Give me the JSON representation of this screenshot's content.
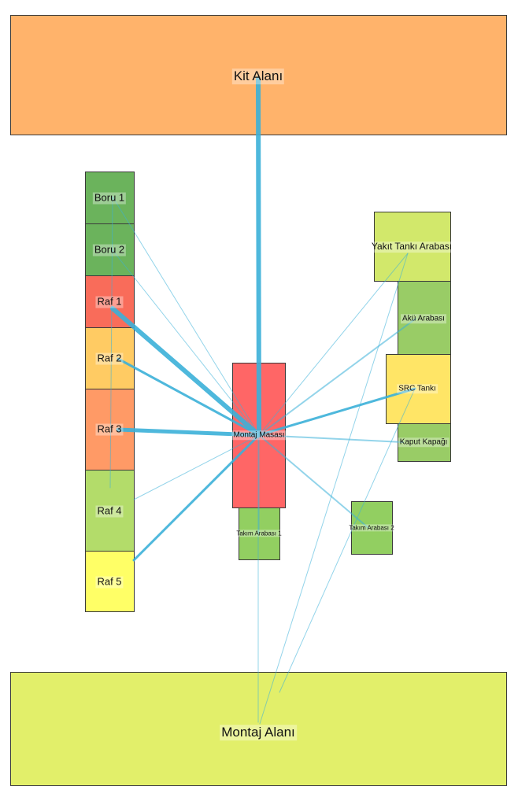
{
  "diagram": {
    "nodes": {
      "kit_alani": {
        "label": "Kit Alanı",
        "color": "#FFB36B"
      },
      "montaj_alani": {
        "label": "Montaj Alanı",
        "color": "#E2EF6A"
      },
      "boru_1": {
        "label": "Boru 1",
        "color": "#6BB35C"
      },
      "boru_2": {
        "label": "Boru 2",
        "color": "#6BB35C"
      },
      "raf_1": {
        "label": "Raf 1",
        "color": "#F96C5A"
      },
      "raf_2": {
        "label": "Raf 2",
        "color": "#FFCB63"
      },
      "raf_3": {
        "label": "Raf 3",
        "color": "#FF9A66"
      },
      "raf_4": {
        "label": "Raf 4",
        "color": "#B3DC6A"
      },
      "raf_5": {
        "label": "Raf 5",
        "color": "#FFFF66"
      },
      "montaj_masasi": {
        "label": "Montaj Masası",
        "color": "#FF6666"
      },
      "takim_arabasi_1": {
        "label": "Takım Arabası 1",
        "color": "#92CF61"
      },
      "takim_arabasi_2": {
        "label": "Takım Arabası 2",
        "color": "#92CF61"
      },
      "yakit_tanki": {
        "label": "Yakıt Tankı Arabası",
        "color": "#D2E86B"
      },
      "aku_arabasi": {
        "label": "Akü Arabası",
        "color": "#99CC66"
      },
      "src_tanki": {
        "label": "SRC Tankı",
        "color": "#FFE566"
      },
      "kaput_kapagi": {
        "label": "Kaput Kapağı",
        "color": "#99CC66"
      }
    },
    "links": [
      {
        "from": "kit_alani",
        "to": "montaj_masasi",
        "weight": 6
      },
      {
        "from": "montaj_masasi",
        "to": "montaj_alani",
        "weight": 1
      },
      {
        "from": "boru_1",
        "to": "montaj_masasi",
        "weight": 1
      },
      {
        "from": "boru_2",
        "to": "montaj_masasi",
        "weight": 1
      },
      {
        "from": "raf_1",
        "to": "montaj_masasi",
        "weight": 6
      },
      {
        "from": "raf_2",
        "to": "montaj_masasi",
        "weight": 3
      },
      {
        "from": "raf_3",
        "to": "montaj_masasi",
        "weight": 5
      },
      {
        "from": "raf_4",
        "to": "montaj_masasi",
        "weight": 1
      },
      {
        "from": "raf_5",
        "to": "montaj_masasi",
        "weight": 3
      },
      {
        "from": "yakit_tanki",
        "to": "montaj_masasi",
        "weight": 1
      },
      {
        "from": "aku_arabasi",
        "to": "montaj_masasi",
        "weight": 2
      },
      {
        "from": "src_tanki",
        "to": "montaj_masasi",
        "weight": 3
      },
      {
        "from": "kaput_kapagi",
        "to": "montaj_masasi",
        "weight": 2
      },
      {
        "from": "takim_arabasi_2",
        "to": "montaj_masasi",
        "weight": 2
      },
      {
        "from": "takim_arabasi_1",
        "to": "montaj_masasi",
        "weight": 1
      },
      {
        "from": "yakit_tanki",
        "to": "montaj_alani",
        "weight": 1
      },
      {
        "from": "src_tanki",
        "to": "montaj_alani",
        "weight": 1
      },
      {
        "from": "boru_1",
        "to": "raf_4",
        "weight": 1
      }
    ],
    "link_color": "#3BB0D8"
  }
}
